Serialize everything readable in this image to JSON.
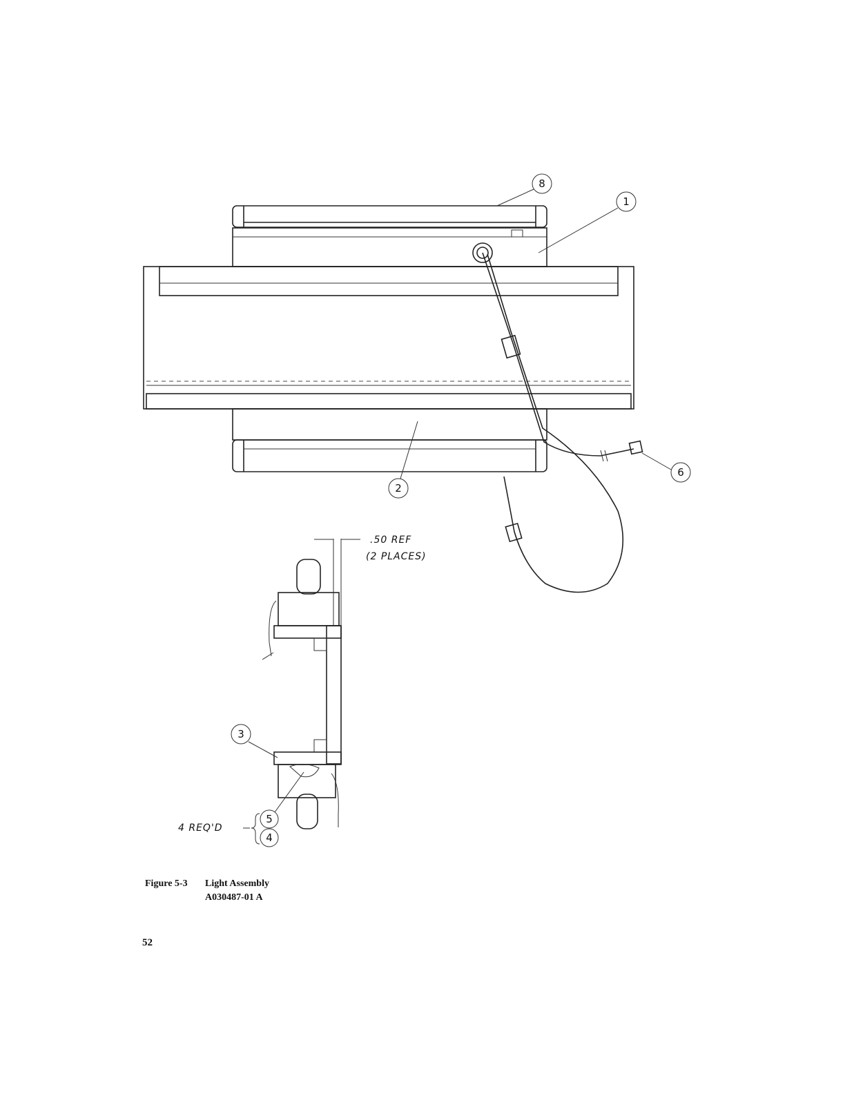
{
  "figure": {
    "label": "Figure 5-3",
    "title": "Light Assembly",
    "drawing_number": "A030487-01  A"
  },
  "page_number": "52",
  "callouts": {
    "c1": "1",
    "c2": "2",
    "c3": "3",
    "c4": "4",
    "c5": "5",
    "c6": "6",
    "c8": "8"
  },
  "annotations": {
    "ref_dimension": ".50 REF",
    "ref_places": "(2 PLACES)",
    "qty_note": "4 REQ'D"
  }
}
